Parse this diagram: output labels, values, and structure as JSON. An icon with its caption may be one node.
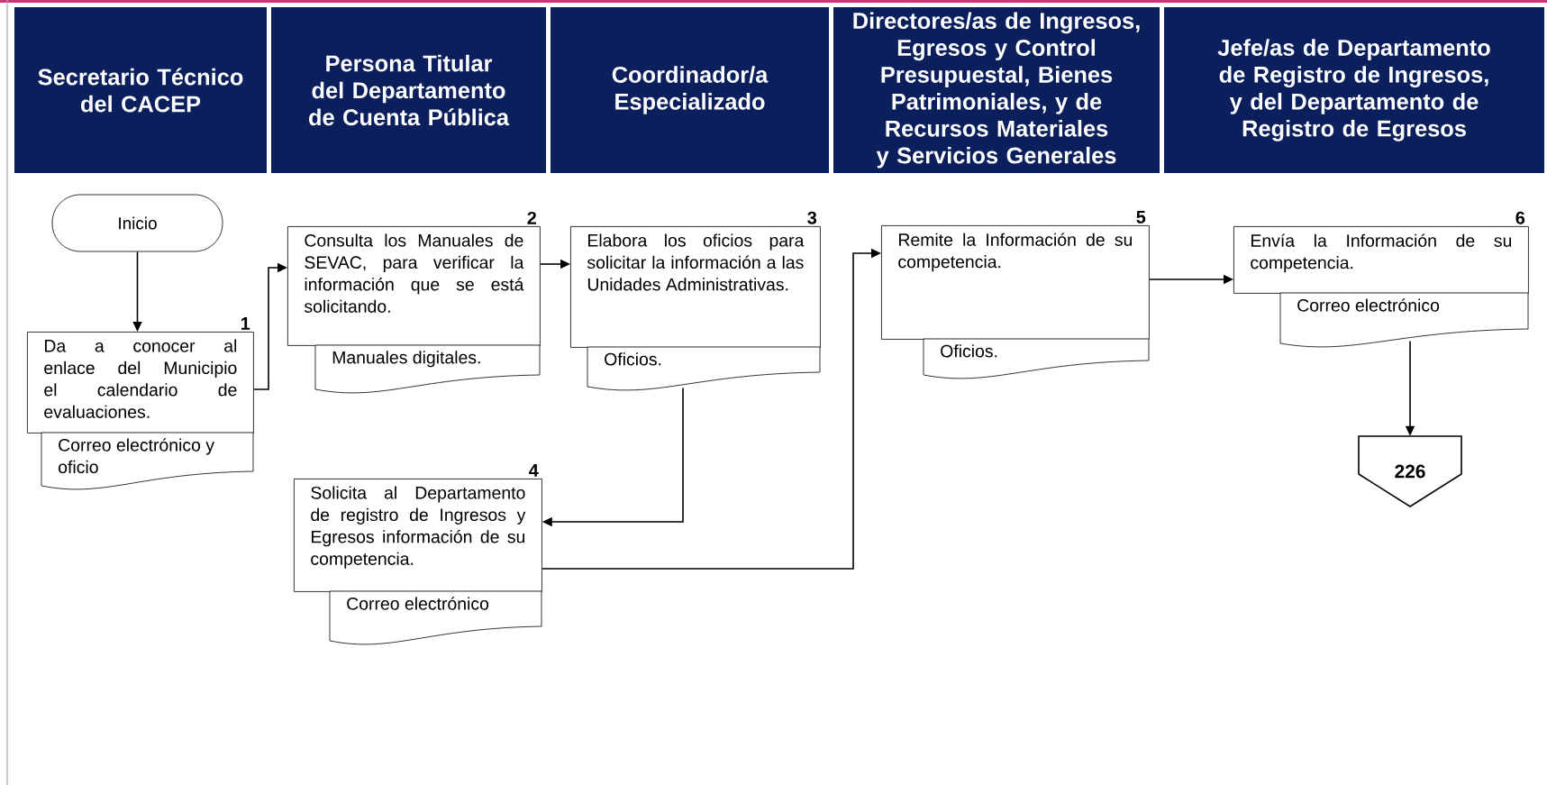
{
  "diagram": {
    "nodes": [
      {
        "text": [
          "Secretario Técnico del CACEP"
        ]
      },
      {
        "text": [
          "Persona Titular del Departamento de Cuenta Pública"
        ]
      },
      {
        "text": [
          "Coordinador/a Especializado"
        ]
      },
      {
        "text": [
          "Directores/as de Ingresos, Egresos y Control Presupuestal, Bienes Patrimoniales, y de Recursos Materiales y Servicios Generales"
        ]
      },
      {
        "text": [
          "Jefe/as de Departamento de Registro de Ingresos, y del Departamento de Registro de Egresos"
        ]
      },
      {
        "text": [
          "Inicio"
        ]
      },
      {
        "text": [
          "1",
          "Da a conocer al enlace del Municipio el calendario de evaluaciones."
        ]
      },
      {
        "text": [
          "Correo electrónico y oficio"
        ]
      },
      {
        "text": [
          "2",
          "Consulta los Manuales de SEVAC, para verificar la información que se está solicitando."
        ]
      },
      {
        "text": [
          "Manuales digitales."
        ]
      },
      {
        "text": [
          "3",
          "Elabora los oficios para solicitar la información a las Unidades Administrativas."
        ]
      },
      {
        "text": [
          "Oficios."
        ]
      },
      {
        "text": [
          "4",
          "Solicita al Departamento de registro de Ingresos y Egresos información de su competencia."
        ]
      },
      {
        "text": [
          "Correo electrónico"
        ]
      },
      {
        "text": [
          "5",
          "Remite la Información de su competencia."
        ]
      },
      {
        "text": [
          "Oficios."
        ]
      },
      {
        "text": [
          "6",
          "Envía la Información de su competencia."
        ]
      },
      {
        "text": [
          "Correo electrónico"
        ]
      },
      {
        "text": [
          "226"
        ]
      }
    ],
    "edges": [
      {
        "from": 5,
        "to": 6,
        "arrow": "to"
      },
      {
        "from": 6,
        "to": 8,
        "arrow": "to"
      },
      {
        "from": 8,
        "to": 10,
        "arrow": "to"
      },
      {
        "from": 11,
        "to": 12,
        "arrow": "to"
      },
      {
        "from": 12,
        "to": 14,
        "arrow": "to"
      },
      {
        "from": 14,
        "to": 16,
        "arrow": "to"
      },
      {
        "from": 17,
        "to": 18,
        "arrow": "to"
      }
    ]
  }
}
